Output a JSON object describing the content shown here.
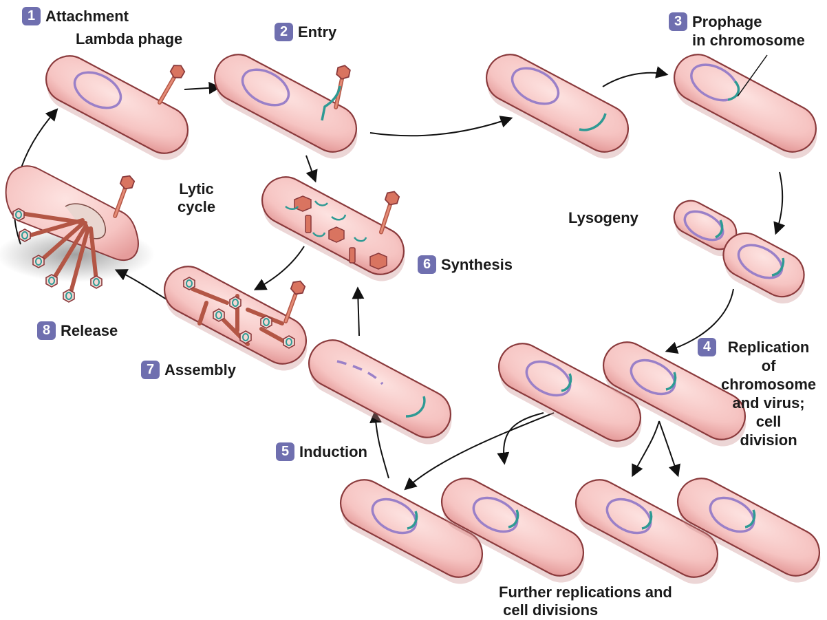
{
  "colors": {
    "cell_fill": "#f6c4c2",
    "cell_edge": "#8a3a3c",
    "chromosome": "#9a80c8",
    "phage_dna": "#2e9a94",
    "phage": "#d97460",
    "badge": "#6f6faf",
    "arrow": "#111111"
  },
  "steps": [
    {
      "num": "1",
      "text": "Attachment"
    },
    {
      "num": "2",
      "text": "Entry"
    },
    {
      "num": "3",
      "text": "Prophage\nin chromosome"
    },
    {
      "num": "4",
      "text": "Replication\nof\nchromosome\nand virus;\ncell\ndivision"
    },
    {
      "num": "5",
      "text": "Induction"
    },
    {
      "num": "6",
      "text": "Synthesis"
    },
    {
      "num": "7",
      "text": "Assembly"
    },
    {
      "num": "8",
      "text": "Release"
    }
  ],
  "labels": {
    "lambda_phage": "Lambda phage",
    "lytic_cycle": "Lytic\ncycle",
    "lysogeny": "Lysogeny",
    "further": "Further replications and\n cell divisions"
  }
}
